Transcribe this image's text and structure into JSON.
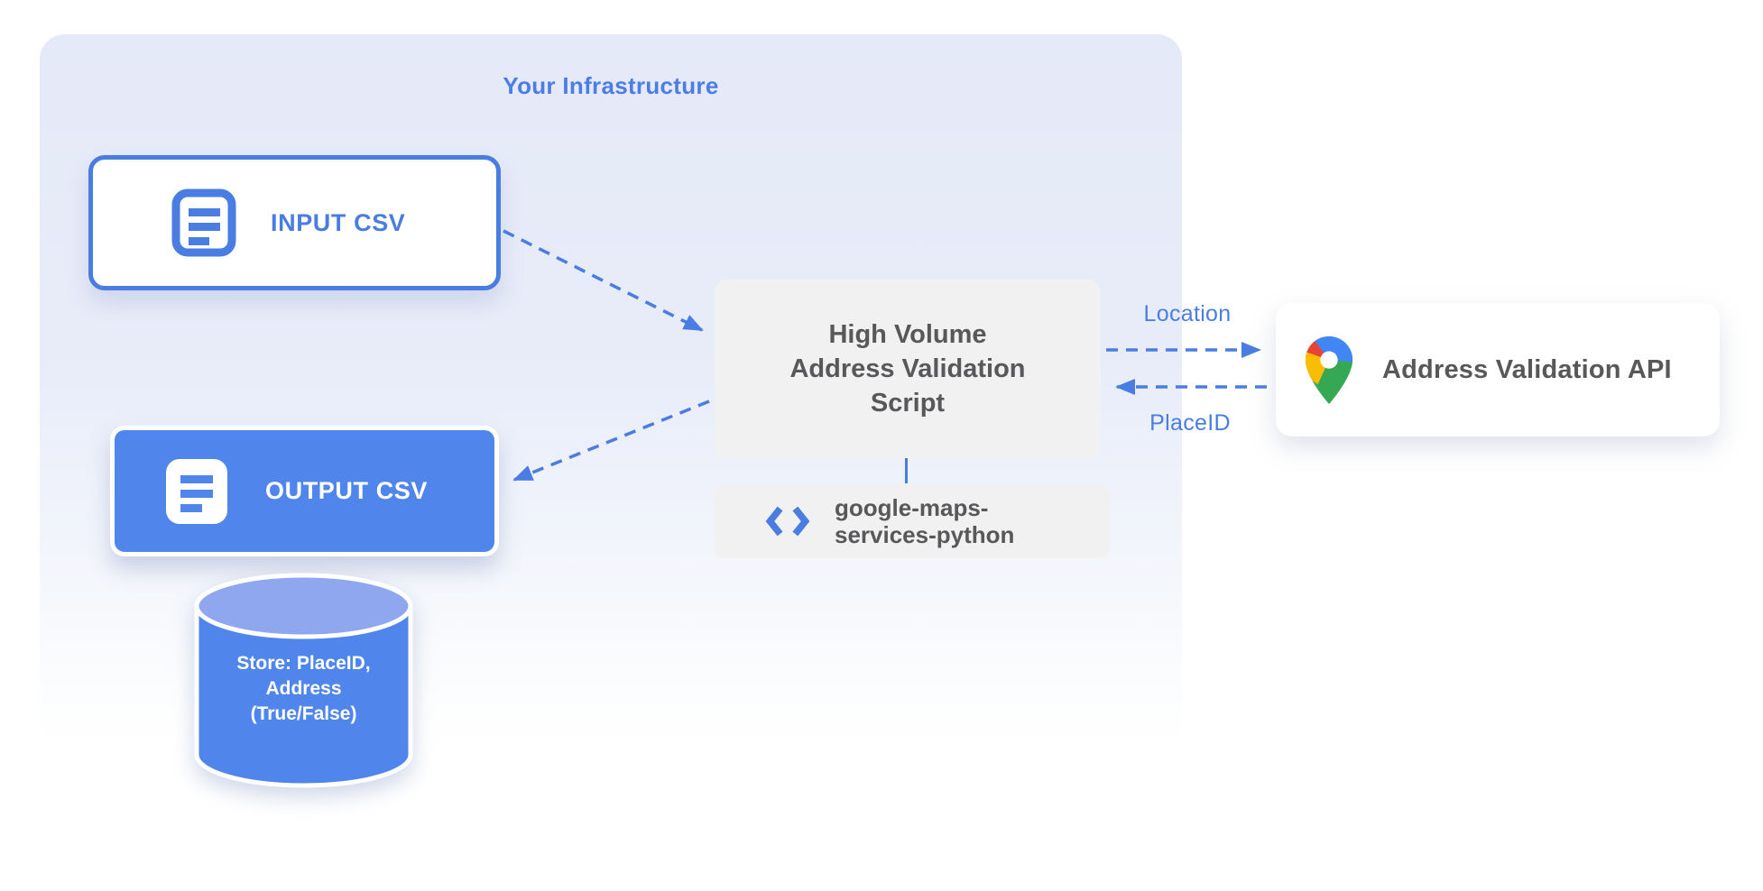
{
  "diagram": {
    "infrastructure": {
      "title": "Your Infrastructure"
    },
    "nodes": {
      "input_csv": {
        "label": "INPUT CSV",
        "icon": "document-icon"
      },
      "output_csv": {
        "label": "OUTPUT CSV",
        "icon": "document-icon"
      },
      "script": {
        "lines": [
          "High Volume",
          "Address Validation",
          "Script"
        ]
      },
      "library": {
        "lines": [
          "google-maps-",
          "services-python"
        ],
        "icon": "code-brackets-icon"
      },
      "api": {
        "label": "Address Validation API",
        "icon": "google-maps-pin-icon"
      },
      "datastore": {
        "lines": [
          "Store: PlaceID,",
          "Address",
          "(True/False)"
        ]
      }
    },
    "edges": {
      "location_label": "Location",
      "placeid_label": "PlaceID"
    },
    "colors": {
      "accent_blue": "#4a7de2",
      "node_blue": "#5086ec",
      "cylinder_top_blue": "#8ea7ee",
      "panel_gray": "#f1f1f2",
      "text_dark": "#58585a",
      "infra_bg_top": "#e5eaf8",
      "pin_blue": "#4285F4",
      "pin_red": "#EA4335",
      "pin_yellow": "#FBBC04",
      "pin_green": "#34A853"
    }
  }
}
